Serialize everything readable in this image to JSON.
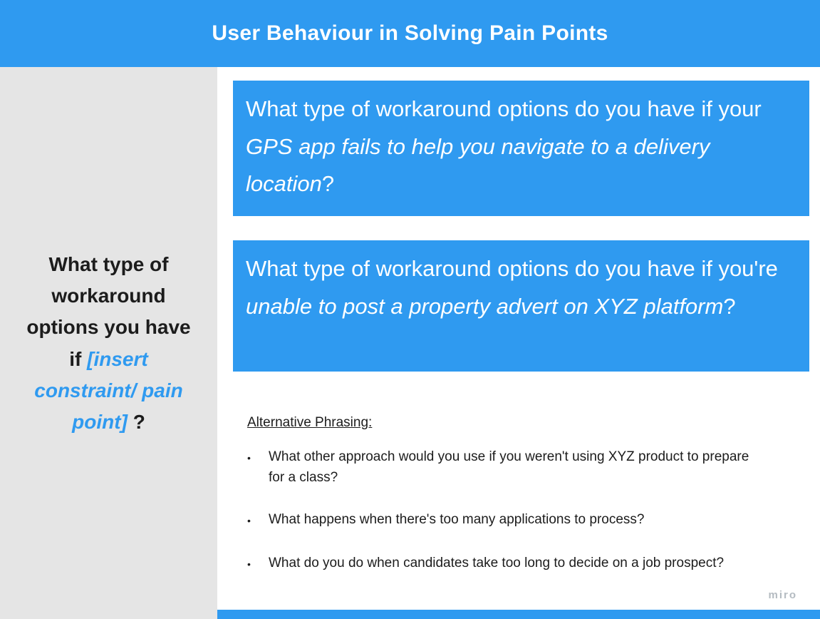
{
  "colors": {
    "accent_blue": "#2f9af0",
    "sidebar_gray": "#e5e5e5",
    "text_dark": "#1c1c1c",
    "watermark_gray": "#b4bbc1"
  },
  "header": {
    "title": "User Behaviour in Solving Pain Points"
  },
  "sidebar": {
    "prompt_regular": "What type of workaround options you have if",
    "prompt_highlight": "[insert constraint/ pain point]",
    "prompt_suffix": "?"
  },
  "cards": [
    {
      "prefix": "What type of workaround options do you have if your ",
      "italic": "GPS app fails to help you navigate to a delivery location",
      "suffix": "?"
    },
    {
      "prefix": "What type of workaround options do you have if you're ",
      "italic": "unable to post a property advert on XYZ platform",
      "suffix": "?"
    }
  ],
  "alternative": {
    "heading": "Alternative Phrasing:",
    "items": [
      "What other approach would you use if you weren't using XYZ product to prepare for a class?",
      "What happens when there's too many applications to process?",
      "What do you do when candidates take too long to decide on a job prospect?"
    ]
  },
  "watermark": "miro"
}
